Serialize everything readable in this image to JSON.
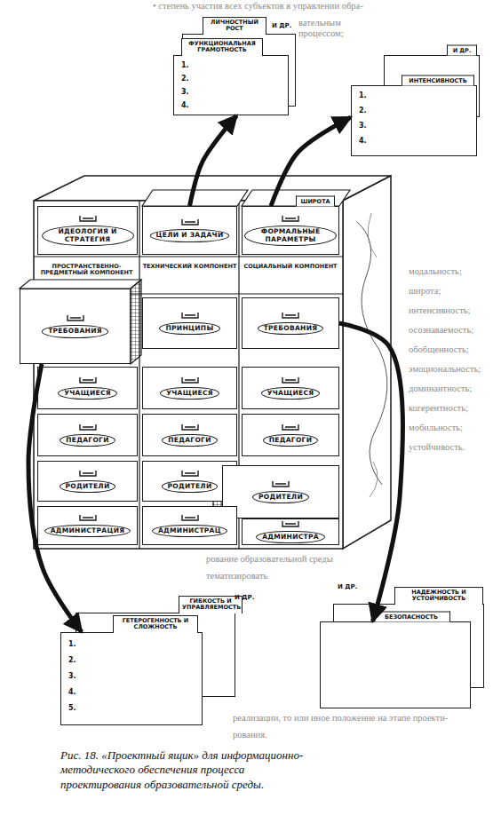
{
  "diagram": {
    "caption": "Рис. 18. «Проектный ящик» для информационно-методического обеспечения процесса проектирования образовательной среды.",
    "nodes": [
      {
        "text": [
          "ЛИЧНОСТНЫЙ РОСТ",
          "И ДР."
        ]
      },
      {
        "text": [
          "ФУНКЦИОНАЛЬНАЯ ГРАМОТНОСТЬ",
          "1.",
          "2.",
          "3.",
          "4."
        ]
      },
      {
        "text": [
          "И ДР."
        ]
      },
      {
        "text": [
          "ИНТЕНСИВНОСТЬ",
          "1.",
          "2.",
          "3.",
          "4."
        ]
      },
      {
        "text": [
          "ИДЕОЛОГИЯ И СТРАТЕГИЯ"
        ]
      },
      {
        "text": [
          "ЦЕЛИ И ЗАДАЧИ"
        ]
      },
      {
        "text": [
          "ШИРОТА",
          "ФОРМАЛЬНЫЕ ПАРАМЕТРЫ"
        ]
      },
      {
        "text": [
          "ТРЕБОВАНИЯ"
        ]
      },
      {
        "text": [
          "ПРИНЦИПЫ"
        ]
      },
      {
        "text": [
          "ТРЕБОВАНИЯ"
        ]
      },
      {
        "text": [
          "УЧАЩИЕСЯ"
        ]
      },
      {
        "text": [
          "УЧАЩИЕСЯ"
        ]
      },
      {
        "text": [
          "УЧАЩИЕСЯ"
        ]
      },
      {
        "text": [
          "ПЕДАГОГИ"
        ]
      },
      {
        "text": [
          "ПЕДАГОГИ"
        ]
      },
      {
        "text": [
          "ПЕДАГОГИ"
        ]
      },
      {
        "text": [
          "РОДИТЕЛИ"
        ]
      },
      {
        "text": [
          "РОДИТЕЛИ"
        ]
      },
      {
        "text": [
          "РОДИТЕЛИ"
        ]
      },
      {
        "text": [
          "АДМИНИСТРАЦИЯ"
        ]
      },
      {
        "text": [
          "АДМИНИСТРАЦ"
        ]
      },
      {
        "text": [
          "АДМИНИСТРА"
        ]
      },
      {
        "text": [
          "ГИБКОСТЬ И УПРАВЛЯЕМОСТЬ",
          "И ДР."
        ]
      },
      {
        "text": [
          "ГЕТЕРОГЕННОСТЬ И СЛОЖНОСТЬ",
          "1.",
          "2.",
          "3.",
          "4.",
          "5."
        ]
      },
      {
        "text": [
          "НАДЕЖНОСТЬ И УСТОЙЧИВОСТЬ",
          "И ДР."
        ]
      },
      {
        "text": [
          "БЕЗОПАСНОСТЬ"
        ]
      }
    ],
    "edges": [
      {
        "from": 5,
        "to": 1,
        "arrow": "to"
      },
      {
        "from": 6,
        "to": 3,
        "arrow": "to"
      },
      {
        "from": 7,
        "to": 23,
        "arrow": "to"
      },
      {
        "from": 9,
        "to": 25,
        "arrow": "to"
      }
    ],
    "labels": [
      "ПРОСТРАНСТВЕННО-ПРЕДМЕТНЫЙ КОМПОНЕНТ",
      "ТЕХНИЧЕСКИЙ КОМПОНЕНТ",
      "СОЦИАЛЬНЫЙ КОМПОНЕНТ",
      "• степень участия всех субъектов в управлении обра-",
      "вательным процессом;",
      "модальность;",
      "широта;",
      "интенсивность;",
      "осознаваемость;",
      "обобщенность;",
      "эмоциональность;",
      "доминантность;",
      "когерентность;",
      "мобильность;",
      "устойчивость.",
      "рование образовательной среды",
      "тематизировать",
      "реализации, то или иное положение на этапе проекти-",
      "рования."
    ]
  }
}
